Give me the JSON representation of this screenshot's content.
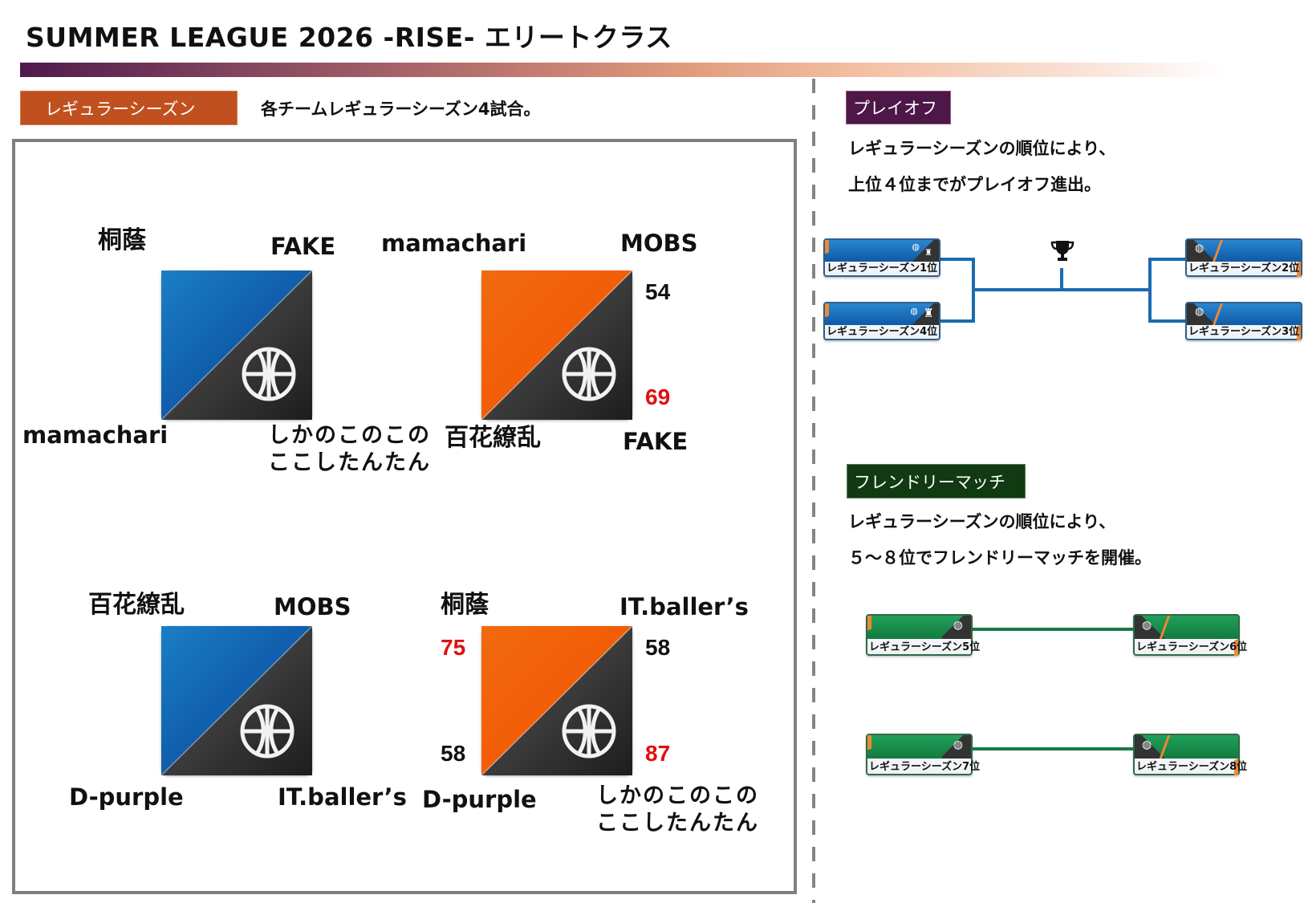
{
  "header": {
    "title": "SUMMER LEAGUE 2026 -RISE-  エリートクラス"
  },
  "regular_season": {
    "label": "レギュラーシーズン",
    "description": "各チームレギュラーシーズン4試合。",
    "matches": [
      {
        "tile_color": "blue",
        "top_left": "桐蔭",
        "top_right": "FAKE",
        "bottom_left": "mamachari",
        "bottom_right_line1": "しかのこのこの",
        "bottom_right_line2": "ここしたんたん"
      },
      {
        "tile_color": "orange",
        "top_left": "mamachari",
        "top_right": "MOBS",
        "bottom_left": "百花繚乱",
        "bottom_right": "FAKE",
        "score_top_right": "54",
        "score_bottom_right": "69",
        "score_bottom_right_win": true
      },
      {
        "tile_color": "blue",
        "top_left": "百花繚乱",
        "top_right": "MOBS",
        "bottom_left": "D-purple",
        "bottom_right": "IT.baller’s"
      },
      {
        "tile_color": "orange",
        "top_left": "桐蔭",
        "top_right": "IT.baller’s",
        "bottom_left": "D-purple",
        "bottom_right_line1": "しかのこのこの",
        "bottom_right_line2": "ここしたんたん",
        "score_top_left": "75",
        "score_top_left_win": true,
        "score_top_right": "58",
        "score_bottom_left": "58",
        "score_bottom_right": "87",
        "score_bottom_right_win": true
      }
    ]
  },
  "playoff": {
    "label": "プレイオフ",
    "description_line1": "レギュラーシーズンの順位により、",
    "description_line2": "上位４位までがプレイオフ進出。",
    "seeds": [
      "レギュラーシーズン1位",
      "レギュラーシーズン4位",
      "レギュラーシーズン2位",
      "レギュラーシーズン3位"
    ],
    "trophy_icon": "trophy-icon"
  },
  "friendly": {
    "label": "フレンドリーマッチ",
    "description_line1": "レギュラーシーズンの順位により、",
    "description_line2": "５～８位でフレンドリーマッチを開催。",
    "seeds": [
      "レギュラーシーズン5位",
      "レギュラーシーズン6位",
      "レギュラーシーズン7位",
      "レギュラーシーズン8位"
    ]
  },
  "colors": {
    "regular_label": "#C0501F",
    "playoff_label": "#4D1747",
    "friendly_label": "#113A13",
    "bracket_blue": "#1A6BB0",
    "bracket_green": "#187A46",
    "win_score": "#E01010"
  }
}
